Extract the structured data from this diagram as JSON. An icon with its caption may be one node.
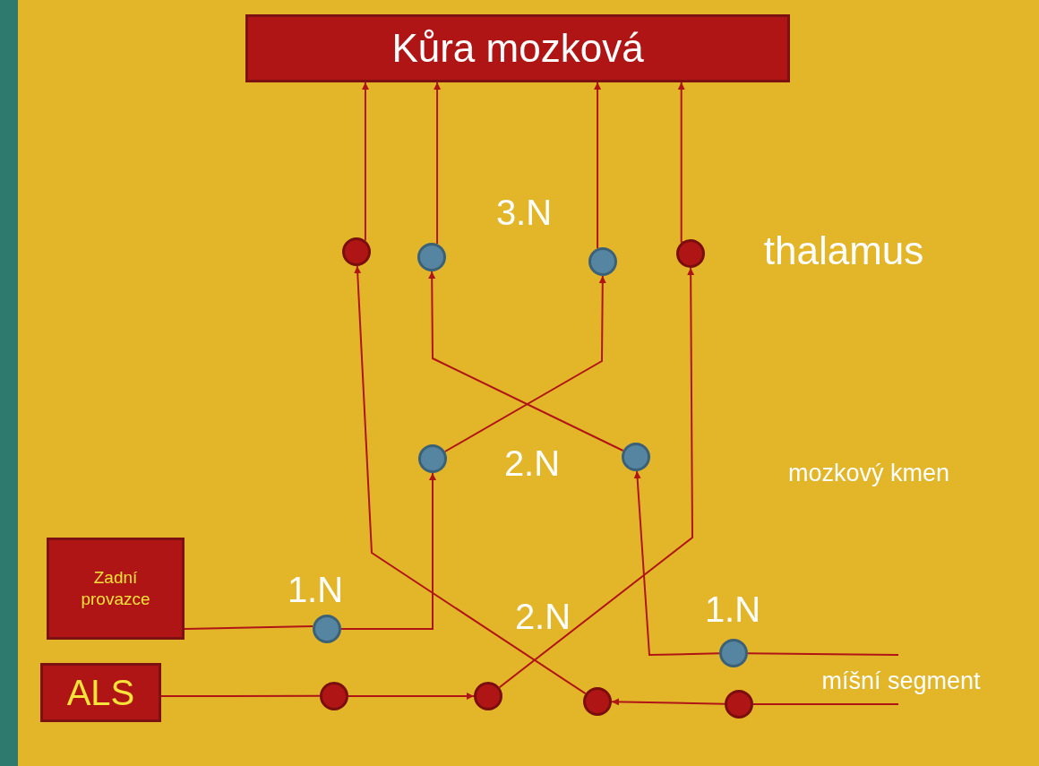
{
  "diagram": {
    "nodes": [
      {
        "text": [
          "Kůra mozková"
        ]
      },
      {
        "text": [],
        "shape": "circle"
      },
      {
        "text": [],
        "shape": "circle"
      },
      {
        "text": [],
        "shape": "circle"
      },
      {
        "text": [],
        "shape": "circle"
      },
      {
        "text": [],
        "shape": "circle"
      },
      {
        "text": [],
        "shape": "circle"
      },
      {
        "text": [
          "Zadní provazce"
        ]
      },
      {
        "text": [],
        "shape": "circle"
      },
      {
        "text": [
          "ALS"
        ]
      },
      {
        "text": [],
        "shape": "circle"
      },
      {
        "text": [],
        "shape": "circle"
      },
      {
        "text": [],
        "shape": "circle"
      },
      {
        "text": [],
        "shape": "circle"
      },
      {
        "text": [],
        "shape": "circle"
      }
    ],
    "edges": [
      {
        "from": 1,
        "to": 0,
        "arrow": "to"
      },
      {
        "from": 2,
        "to": 0,
        "arrow": "to"
      },
      {
        "from": 3,
        "to": 0,
        "arrow": "to"
      },
      {
        "from": 4,
        "to": 0,
        "arrow": "to"
      },
      {
        "from": 7,
        "to": 8,
        "arrow": "none"
      },
      {
        "from": 8,
        "to": 5,
        "arrow": "to"
      },
      {
        "from": 5,
        "to": 3,
        "arrow": "to"
      },
      {
        "from": 6,
        "to": 2,
        "arrow": "to"
      },
      {
        "from": 9,
        "to": 10,
        "arrow": "none"
      },
      {
        "from": 10,
        "to": 11,
        "arrow": "to"
      },
      {
        "from": 11,
        "to": 4,
        "arrow": "to"
      },
      {
        "from": 12,
        "to": 1,
        "arrow": "to"
      },
      {
        "from": 14,
        "to": 12,
        "arrow": "to"
      },
      {
        "from": null,
        "to": 14,
        "arrow": "none"
      },
      {
        "from": null,
        "to": 13,
        "arrow": "none"
      },
      {
        "from": 13,
        "to": 6,
        "arrow": "to"
      }
    ],
    "labels": [
      "3.N",
      "thalamus",
      "2.N",
      "mozkový kmen",
      "1.N",
      "2.N",
      "1.N",
      "míšní segment"
    ]
  }
}
